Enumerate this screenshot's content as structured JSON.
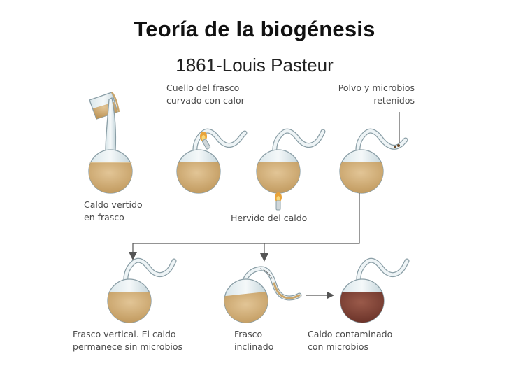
{
  "title": "Teoría de la biogénesis",
  "subtitle": "1861-Louis Pasteur",
  "labels": {
    "cuello": [
      "Cuello del frasco",
      "curvado con calor"
    ],
    "polvo": [
      "Polvo y microbios",
      "retenidos"
    ],
    "vertido": [
      "Caldo vertido",
      "en frasco"
    ],
    "hervido": "Hervido del caldo",
    "vertical": [
      "Frasco vertical. El caldo",
      "permanece sin microbios"
    ],
    "inclinado": [
      "Frasco",
      "inclinado"
    ],
    "contaminado": [
      "Caldo contaminado",
      "con microbios"
    ]
  },
  "colors": {
    "broth": "#c9a56b",
    "broth_contaminated": "#7a3a2e",
    "glass": "#b9cbd3",
    "arrow": "#555555",
    "flame": "#e8a33a"
  }
}
